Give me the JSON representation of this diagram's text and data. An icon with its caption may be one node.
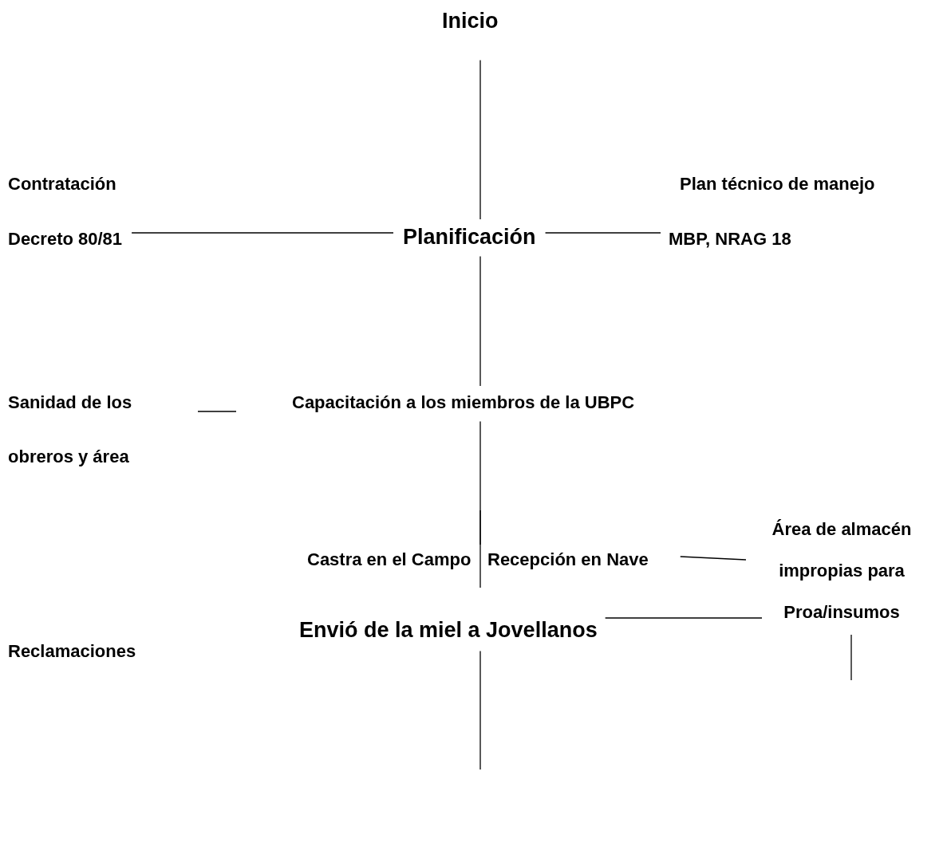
{
  "diagram": {
    "nodes": [
      {
        "text": [
          "Inicio"
        ]
      },
      {
        "text": [
          "Contratación",
          "Decreto 80/81"
        ]
      },
      {
        "text": [
          "Planificación"
        ]
      },
      {
        "text": [
          "Plan técnico de manejo",
          "MBP, NRAG 18"
        ]
      },
      {
        "text": [
          "Sanidad de los obreros y área"
        ]
      },
      {
        "text": [
          "Capacitación a los miembros de la UBPC"
        ]
      },
      {
        "text": [
          "Castra en el Campo"
        ]
      },
      {
        "text": [
          "Recepción  en Nave"
        ]
      },
      {
        "text": [
          "Área de almacén impropias para Proa/insumos"
        ]
      },
      {
        "text": [
          "Envió de la miel  a Jovellanos"
        ]
      }
    ],
    "edges": [
      {
        "from": 0,
        "to": 2,
        "arrow": "none"
      },
      {
        "from": 1,
        "to": 2,
        "arrow": "none"
      },
      {
        "from": 2,
        "to": 3,
        "arrow": "none"
      },
      {
        "from": 2,
        "to": 5,
        "arrow": "none"
      },
      {
        "from": 4,
        "to": 5,
        "arrow": "none"
      },
      {
        "from": 5,
        "to": 7,
        "arrow": "none"
      },
      {
        "from": 6,
        "to": 7,
        "arrow": "none"
      },
      {
        "from": 7,
        "to": 8,
        "arrow": "none"
      },
      {
        "from": 9,
        "to": 8,
        "arrow": "none"
      },
      {
        "from": 8,
        "to": null,
        "arrow": "none"
      },
      {
        "from": 9,
        "to": null,
        "arrow": "none"
      }
    ],
    "labels": [
      "Reclamaciones"
    ]
  }
}
